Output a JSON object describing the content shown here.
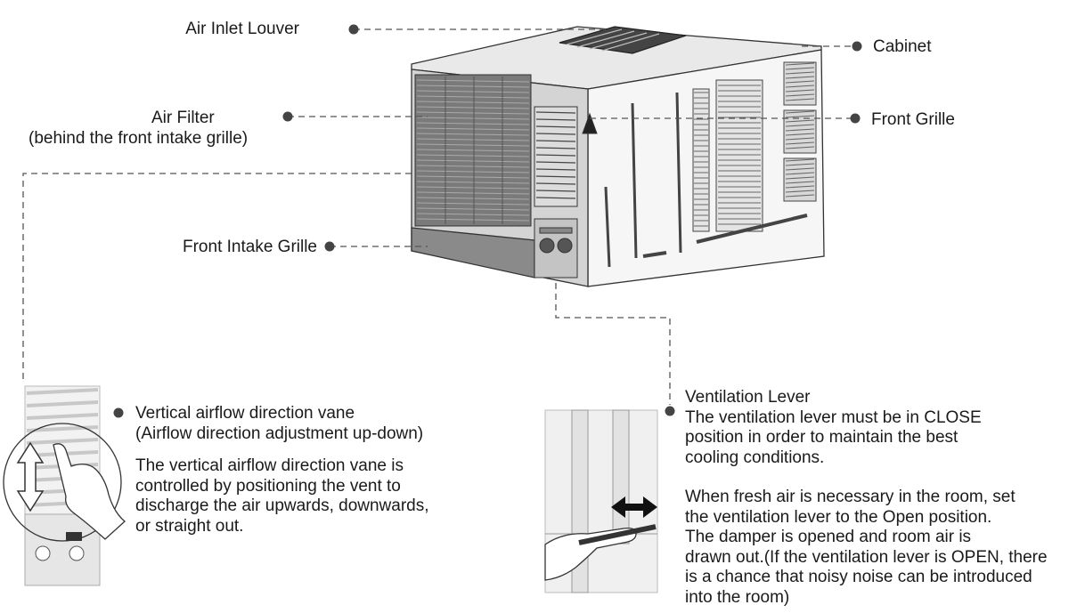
{
  "labels": {
    "air_inlet_louver": "Air Inlet Louver",
    "cabinet": "Cabinet",
    "air_filter": "Air Filter",
    "air_filter_note": "(behind the front intake grille)",
    "front_grille": "Front Grille",
    "front_intake_grille": "Front Intake Grille"
  },
  "vane_section": {
    "title": "Vertical airflow direction vane",
    "subtitle": "(Airflow direction adjustment up-down)",
    "body_lines": [
      "The vertical airflow direction vane is",
      "controlled by positioning the vent to",
      "discharge the air upwards, downwards,",
      "or straight out."
    ]
  },
  "ventilation_section": {
    "title": "Ventilation Lever",
    "para1_lines": [
      "The ventilation lever must be in CLOSE",
      "position in order to maintain the best",
      "cooling conditions."
    ],
    "para2_lines": [
      "When fresh air is necessary in the room, set",
      "the ventilation lever to the Open position.",
      "The damper is opened and room air is",
      "drawn out.(If the ventilation lever is OPEN, there",
      "is a chance that noisy noise can be introduced",
      "into the room)"
    ]
  },
  "colors": {
    "line": "#555555",
    "dot": "#444444",
    "outline": "#333333"
  }
}
